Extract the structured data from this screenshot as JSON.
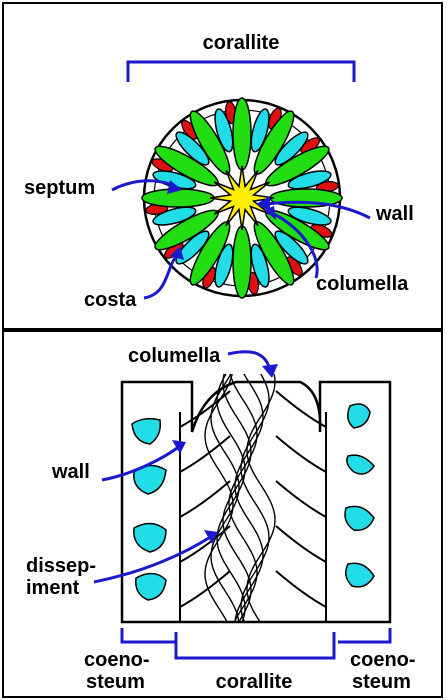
{
  "top_panel": {
    "labels": {
      "corallite": "corallite",
      "septum": "septum",
      "wall": "wall",
      "costa": "costa",
      "columella": "columella"
    }
  },
  "bottom_panel": {
    "labels": {
      "columella": "columella",
      "wall": "wall",
      "dissepiment_line1": "dissep-",
      "dissepiment_line2": "iment",
      "coenosteum_left_line1": "coeno-",
      "coenosteum_left_line2": "steum",
      "corallite": "corallite",
      "coenosteum_right_line1": "coeno-",
      "coenosteum_right_line2": "steum"
    }
  },
  "colors": {
    "arrow_blue": "#1a1acc",
    "septum_cyan": "#22dde8",
    "septum_green": "#22dd11",
    "costa_red": "#e01010",
    "columella_yellow": "#ffee00",
    "outline": "#000000"
  }
}
